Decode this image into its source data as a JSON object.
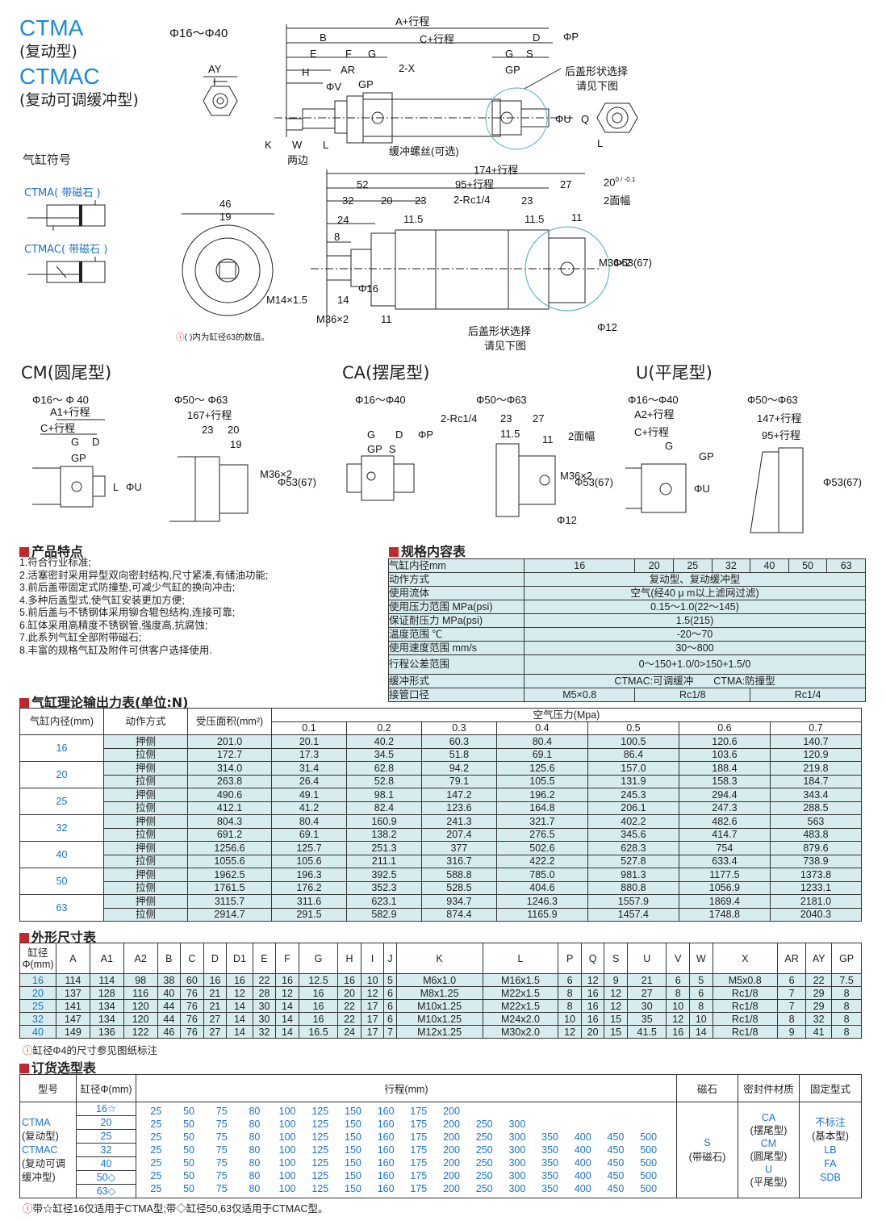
{
  "header": {
    "title1": "CTMA",
    "sub1": "(复动型)",
    "title2": "CTMAC",
    "sub2": "(复动可调缓冲型)",
    "range": "Φ16～Φ40",
    "symbol": "气缸符号",
    "sym1": "CTMA( 带磁石 )",
    "sym2": "CTMAC( 带磁石 )"
  },
  "drawing1": {
    "labels": [
      "A+行程",
      "B",
      "C+行程",
      "D",
      "ΦP",
      "E",
      "F",
      "G",
      "G",
      "S",
      "H",
      "AR",
      "2-X",
      "GP",
      "GP",
      "I",
      "AY",
      "ΦV",
      "ΦU",
      "Q",
      "L",
      "K",
      "W",
      "两边",
      "L",
      "缓冲螺丝(可选)",
      "后盖形状选择",
      "请见下图"
    ]
  },
  "drawing2": {
    "labels": [
      "174+行程",
      "52",
      "95+行程",
      "27",
      "32",
      "20",
      "23",
      "2-Rc1/4",
      "23",
      "24",
      "11.5",
      "11.5",
      "11",
      "8",
      "46",
      "19",
      "M14×1.5",
      "14",
      "Φ16",
      "M36×2",
      "11",
      "M36×2",
      "Φ53(67)",
      "Φ12",
      "2面幅",
      "后盖形状选择",
      "请见下图"
    ],
    "dim20": "20",
    "dim20_tol": "0 / -0.1"
  },
  "note63": "( )内为缸径63的数值。",
  "tails": [
    {
      "name": "CM(圆尾型)",
      "r1": "Φ16～ Φ 40",
      "r2": "Φ50～ Φ63",
      "labels": [
        "A1+行程",
        "C+行程",
        "G",
        "D",
        "GP",
        "L",
        "ΦU",
        "167+行程",
        "23",
        "20",
        "19",
        "M36×2",
        "Φ53(67)"
      ]
    },
    {
      "name": "CA(摆尾型)",
      "r1": "Φ16～Φ40",
      "r2": "Φ50～Φ63",
      "labels": [
        "G",
        "D",
        "ΦP",
        "GP",
        "S",
        "2-Rc1/4",
        "23",
        "27",
        "11.5",
        "11",
        "2面幅",
        "M36×2",
        "Φ53(67)",
        "Φ12"
      ]
    },
    {
      "name": "U(平尾型)",
      "r1": "Φ16～Φ40",
      "r2": "Φ50～Φ63",
      "labels": [
        "A2+行程",
        "C+行程",
        "G",
        "GP",
        "ΦU",
        "147+行程",
        "95+行程",
        "Φ53(67)"
      ]
    }
  ],
  "features": {
    "title": "产品特点",
    "items": [
      "1.符合行业标准;",
      "2.活塞密封采用异型双向密封结构,尺寸紧凑,有储油功能;",
      "3.前后盖带固定式防撞垫,可减少气缸的换向冲击;",
      "4.多种后盖型式,使气缸安装更加方便;",
      "5.前后盖与不锈钢体采用铆合辊包结构,连接可靠;",
      "6.缸体采用高精度不锈钢管,强度高,抗腐蚀;",
      "7.此系列气缸全部附带磁石;",
      "8.丰富的规格气缸及附件可供客户选择使用."
    ]
  },
  "spec": {
    "title": "规格内容表",
    "bore_label": "气缸内径mm",
    "bores": [
      "16",
      "20",
      "25",
      "32",
      "40",
      "50",
      "63"
    ],
    "rows": [
      [
        "动作方式",
        "复动型、复动缓冲型"
      ],
      [
        "使用流体",
        "空气(经40 μ m以上滤网过滤)"
      ],
      [
        "使用压力范围 MPa(psi)",
        "0.15～1.0(22～145)"
      ],
      [
        "保证耐压力 MPa(psi)",
        "1.5(215)"
      ],
      [
        "温度范围 ℃",
        "-20～70"
      ],
      [
        "使用速度范围 mm/s",
        "30～800"
      ]
    ],
    "tolerance_label": "行程公差范围",
    "tolerance": "0～150+1.0/0>150+1.5/0",
    "cushion_label": "缓冲形式",
    "cushion": "CTMAC:可调缓冲　　CTMA:防撞型",
    "port_label": "接管口径",
    "ports": [
      "M5×0.8",
      "Rc1/8",
      "Rc1/4"
    ]
  },
  "force": {
    "title": "气缸理论输出力表(单位:N)",
    "h_bore": "气缸内径(mm)",
    "h_mode": "动作方式",
    "h_area": "受压面积(mm²)",
    "h_press": "空气压力(Mpa)",
    "pressures": [
      "0.1",
      "0.2",
      "0.3",
      "0.4",
      "0.5",
      "0.6",
      "0.7"
    ],
    "rows": [
      {
        "bore": "16",
        "push": [
          "201.0",
          "20.1",
          "40.2",
          "60.3",
          "80.4",
          "100.5",
          "120.6",
          "140.7"
        ],
        "pull": [
          "172.7",
          "17.3",
          "34.5",
          "51.8",
          "69.1",
          "86.4",
          "103.6",
          "120.9"
        ]
      },
      {
        "bore": "20",
        "push": [
          "314.0",
          "31.4",
          "62.8",
          "94.2",
          "125.6",
          "157.0",
          "188.4",
          "219.8"
        ],
        "pull": [
          "263.8",
          "26.4",
          "52.8",
          "79.1",
          "105.5",
          "131.9",
          "158.3",
          "184.7"
        ]
      },
      {
        "bore": "25",
        "push": [
          "490.6",
          "49.1",
          "98.1",
          "147.2",
          "196.2",
          "245.3",
          "294.4",
          "343.4"
        ],
        "pull": [
          "412.1",
          "41.2",
          "82.4",
          "123.6",
          "164.8",
          "206.1",
          "247.3",
          "288.5"
        ]
      },
      {
        "bore": "32",
        "push": [
          "804.3",
          "80.4",
          "160.9",
          "241.3",
          "321.7",
          "402.2",
          "482.6",
          "563"
        ],
        "pull": [
          "691.2",
          "69.1",
          "138.2",
          "207.4",
          "276.5",
          "345.6",
          "414.7",
          "483.8"
        ]
      },
      {
        "bore": "40",
        "push": [
          "1256.6",
          "125.7",
          "251.3",
          "377",
          "502.6",
          "628.3",
          "754",
          "879.6"
        ],
        "pull": [
          "1055.6",
          "105.6",
          "211.1",
          "316.7",
          "422.2",
          "527.8",
          "633.4",
          "738.9"
        ]
      },
      {
        "bore": "50",
        "push": [
          "1962.5",
          "196.3",
          "392.5",
          "588.8",
          "785.0",
          "981.3",
          "1177.5",
          "1373.8"
        ],
        "pull": [
          "1761.5",
          "176.2",
          "352.3",
          "528.5",
          "404.6",
          "880.8",
          "1056.9",
          "1233.1"
        ]
      },
      {
        "bore": "63",
        "push": [
          "3115.7",
          "311.6",
          "623.1",
          "934.7",
          "1246.3",
          "1557.9",
          "1869.4",
          "2181.0"
        ],
        "pull": [
          "2914.7",
          "291.5",
          "582.9",
          "874.4",
          "1165.9",
          "1457.4",
          "1748.8",
          "2040.3"
        ]
      }
    ],
    "push_label": "押侧",
    "pull_label": "拉侧"
  },
  "dims": {
    "title": "外形尺寸表",
    "h_bore": "缸径Φ(mm)",
    "cols": [
      "A",
      "A1",
      "A2",
      "B",
      "C",
      "D",
      "D1",
      "E",
      "F",
      "G",
      "H",
      "I",
      "J",
      "K",
      "L",
      "P",
      "Q",
      "S",
      "U",
      "V",
      "W",
      "X",
      "AR",
      "AY",
      "GP"
    ],
    "rows": [
      [
        "16",
        "114",
        "114",
        "98",
        "38",
        "60",
        "16",
        "16",
        "22",
        "16",
        "12.5",
        "16",
        "10",
        "5",
        "M6x1.0",
        "M16x1.5",
        "6",
        "12",
        "9",
        "21",
        "6",
        "5",
        "M5x0.8",
        "6",
        "22",
        "7.5"
      ],
      [
        "20",
        "137",
        "128",
        "116",
        "40",
        "76",
        "21",
        "12",
        "28",
        "12",
        "16",
        "20",
        "12",
        "6",
        "M8x1.25",
        "M22x1.5",
        "8",
        "16",
        "12",
        "27",
        "8",
        "6",
        "Rc1/8",
        "7",
        "29",
        "8"
      ],
      [
        "25",
        "141",
        "134",
        "120",
        "44",
        "76",
        "21",
        "14",
        "30",
        "14",
        "16",
        "22",
        "17",
        "6",
        "M10x1.25",
        "M22x1.5",
        "8",
        "16",
        "12",
        "30",
        "10",
        "8",
        "Rc1/8",
        "7",
        "29",
        "8"
      ],
      [
        "32",
        "147",
        "134",
        "120",
        "44",
        "76",
        "27",
        "14",
        "30",
        "14",
        "16",
        "22",
        "17",
        "6",
        "M10x1.25",
        "M24x2.0",
        "10",
        "16",
        "15",
        "35",
        "12",
        "10",
        "Rc1/8",
        "8",
        "32",
        "8"
      ],
      [
        "40",
        "149",
        "136",
        "122",
        "46",
        "76",
        "27",
        "14",
        "32",
        "14",
        "16.5",
        "24",
        "17",
        "7",
        "M12x1.25",
        "M30x2.0",
        "12",
        "20",
        "15",
        "41.5",
        "16",
        "14",
        "Rc1/8",
        "9",
        "41",
        "8"
      ]
    ],
    "note": "缸径Φ4的尺寸参见图纸标注"
  },
  "order": {
    "title": "订货选型表",
    "h_model": "型号",
    "h_bore": "缸径Φ(mm)",
    "h_stroke": "行程(mm)",
    "h_mag": "磁石",
    "h_seal": "密封件材质",
    "h_fix": "固定型式",
    "model_lines": [
      "CTMA",
      "(复动型)",
      "CTMAC",
      "(复动可调",
      "缓冲型)"
    ],
    "bores": [
      "16☆",
      "20",
      "25",
      "32",
      "40",
      "50◇",
      "63◇"
    ],
    "strokes": [
      [
        "25",
        "50",
        "75",
        "80",
        "100",
        "125",
        "150",
        "160",
        "175",
        "200"
      ],
      [
        "25",
        "50",
        "75",
        "80",
        "100",
        "125",
        "150",
        "160",
        "175",
        "200",
        "250",
        "300"
      ],
      [
        "25",
        "50",
        "75",
        "80",
        "100",
        "125",
        "150",
        "160",
        "175",
        "200",
        "250",
        "300",
        "350",
        "400",
        "450",
        "500"
      ],
      [
        "25",
        "50",
        "75",
        "80",
        "100",
        "125",
        "150",
        "160",
        "175",
        "200",
        "250",
        "300",
        "350",
        "400",
        "450",
        "500"
      ],
      [
        "25",
        "50",
        "75",
        "80",
        "100",
        "125",
        "150",
        "160",
        "175",
        "200",
        "250",
        "300",
        "350",
        "400",
        "450",
        "500"
      ],
      [
        "25",
        "50",
        "75",
        "80",
        "100",
        "125",
        "150",
        "160",
        "175",
        "200",
        "250",
        "300",
        "350",
        "400",
        "450",
        "500"
      ],
      [
        "25",
        "50",
        "75",
        "80",
        "100",
        "125",
        "150",
        "160",
        "175",
        "200",
        "250",
        "300",
        "350",
        "400",
        "450",
        "500"
      ]
    ],
    "mag": [
      "S",
      "(带磁石)"
    ],
    "seal": [
      "CA",
      "(摆尾型)",
      "CM",
      "(圆尾型)",
      "U",
      "(平尾型)"
    ],
    "fix": [
      "不标注",
      "(基本型)",
      "LB",
      "FA",
      "SDB"
    ],
    "note": "带☆缸径16仅适用于CTMA型;带◇缸径50,63仅适用于CTMAC型。"
  }
}
